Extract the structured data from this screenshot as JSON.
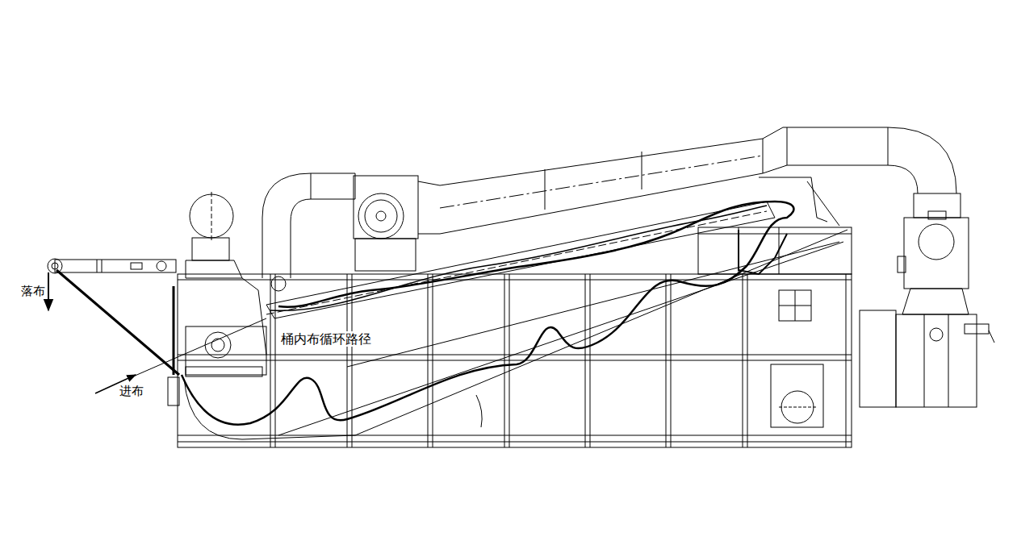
{
  "diagram": {
    "labels": [
      "落布",
      "进布",
      "桶内布循环路径"
    ]
  }
}
